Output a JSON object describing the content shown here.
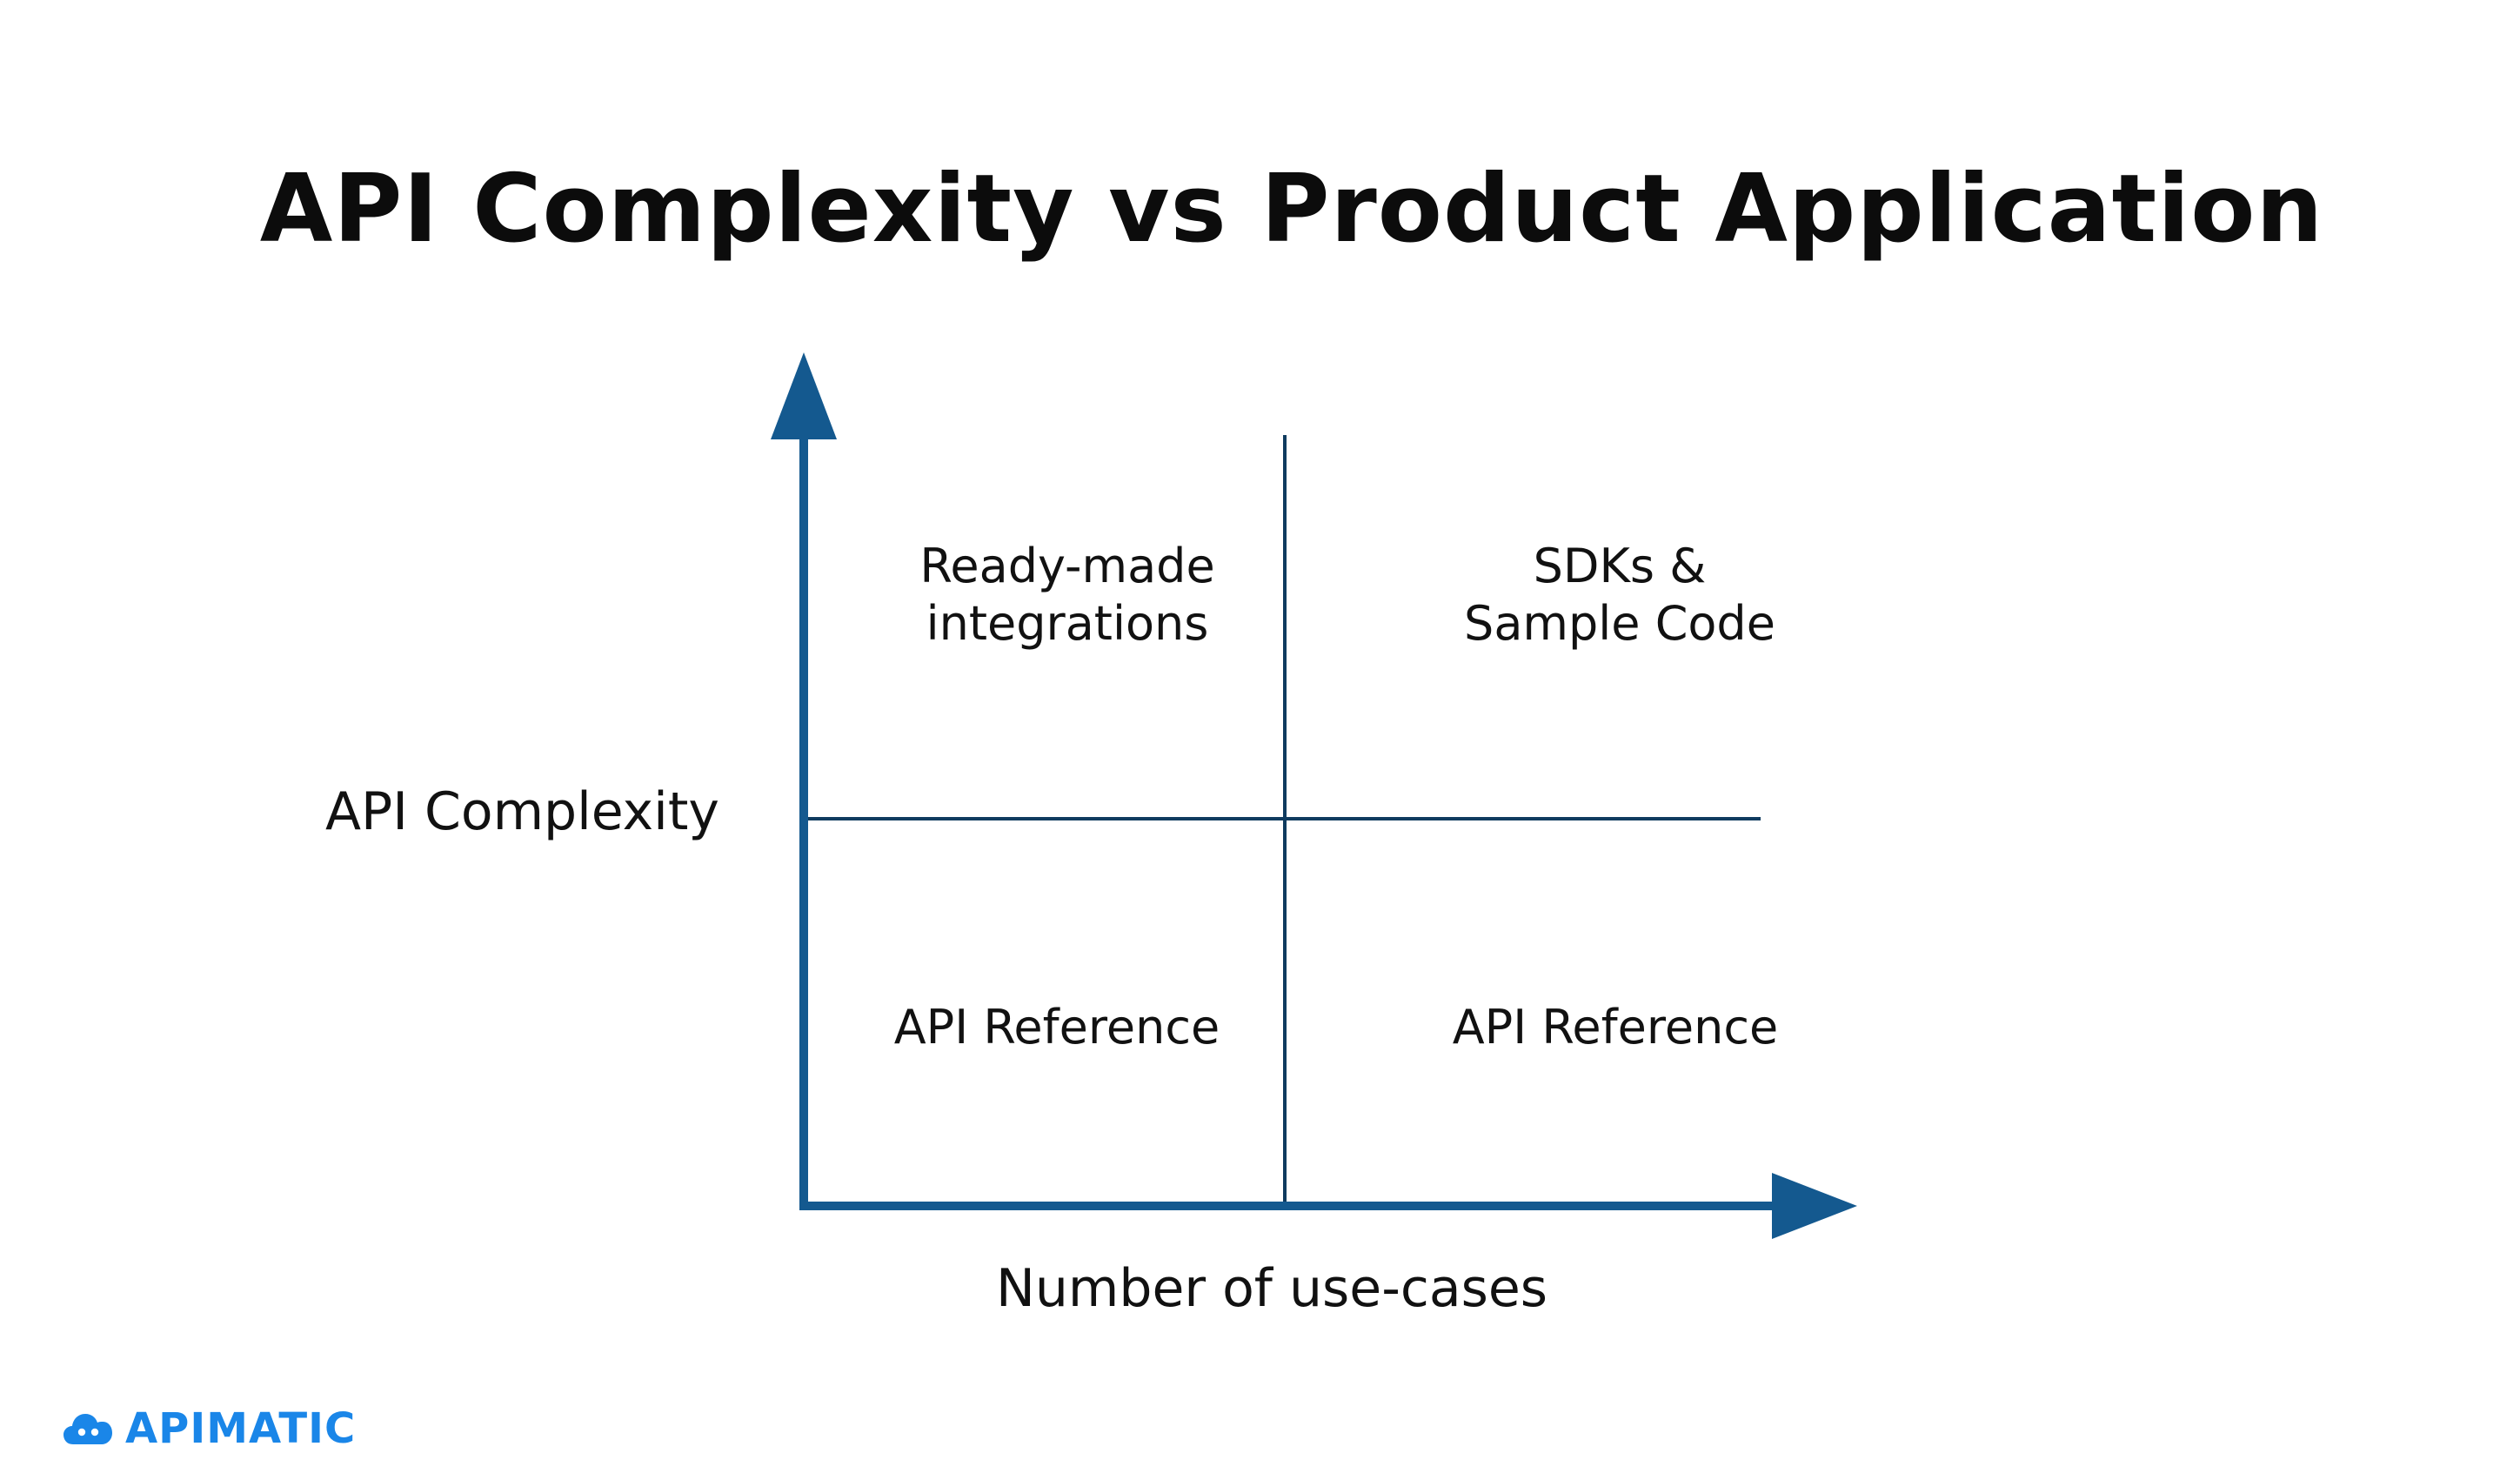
{
  "title": "API Complexity vs Product Application",
  "axes": {
    "y_label": "API Complexity",
    "x_label": "Number of use-cases"
  },
  "quadrants": {
    "top_left": [
      "Ready-made",
      "integrations"
    ],
    "top_right": [
      "SDKs &",
      "Sample Code"
    ],
    "bottom_left": [
      "API Reference"
    ],
    "bottom_right": [
      "API Reference"
    ]
  },
  "brand": {
    "name": "APIMATIC",
    "logo_icon": "cloud-icon",
    "color": "#1a86e8"
  },
  "colors": {
    "axis": "#14598f",
    "divider": "#0f3b5f"
  }
}
